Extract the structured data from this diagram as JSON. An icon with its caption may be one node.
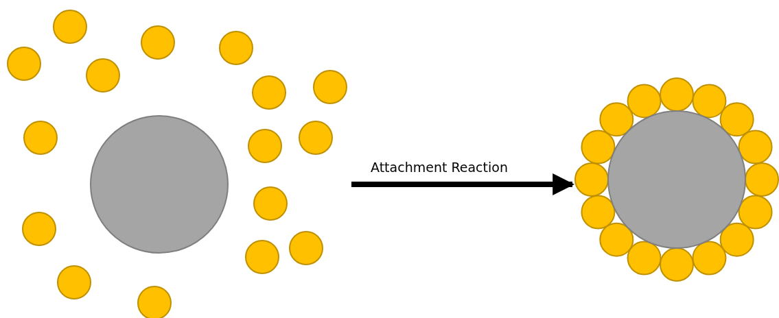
{
  "diagram": {
    "nodes": [
      {
        "text": [],
        "shape": "picture"
      },
      {
        "text": [],
        "shape": "picture"
      }
    ],
    "edges": [
      {
        "from": 0,
        "to": 1,
        "arrow": "to",
        "label": "Attachment Reaction"
      }
    ]
  }
}
